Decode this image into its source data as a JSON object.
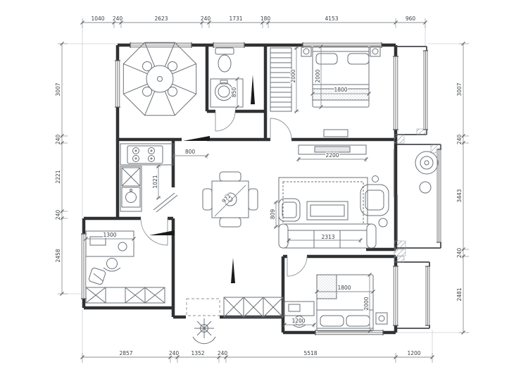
{
  "plan": {
    "dims_top": [
      "1040",
      "240",
      "2623",
      "240",
      "1731",
      "180",
      "4153",
      "960"
    ],
    "dims_left": [
      "3007",
      "240",
      "2221",
      "240",
      "2458"
    ],
    "dims_right": [
      "3007",
      "240",
      "3443",
      "240",
      "2481"
    ],
    "dims_bottom": [
      "2857",
      "240",
      "1352",
      "240",
      "5518",
      "1200"
    ],
    "interior": {
      "closet_depth": "2000",
      "bed_top_length": "2000",
      "bed_top_width": "1800",
      "bath_width": "850",
      "kitchen_opening": "800",
      "kitchen_counter": "1021",
      "tv_wall": "2200",
      "table_diagonal": "972",
      "sofa_depth": "809",
      "sofa_width": "2313",
      "desk_width": "1300",
      "bed_bottom_width": "1800",
      "bed_bottom_length": "2000",
      "desk_bottom_width": "1200"
    },
    "colors": {
      "wall": "#2f3133",
      "furniture_line": "#6b7177",
      "dimension_text": "#3c4043",
      "background": "#ffffff"
    }
  }
}
